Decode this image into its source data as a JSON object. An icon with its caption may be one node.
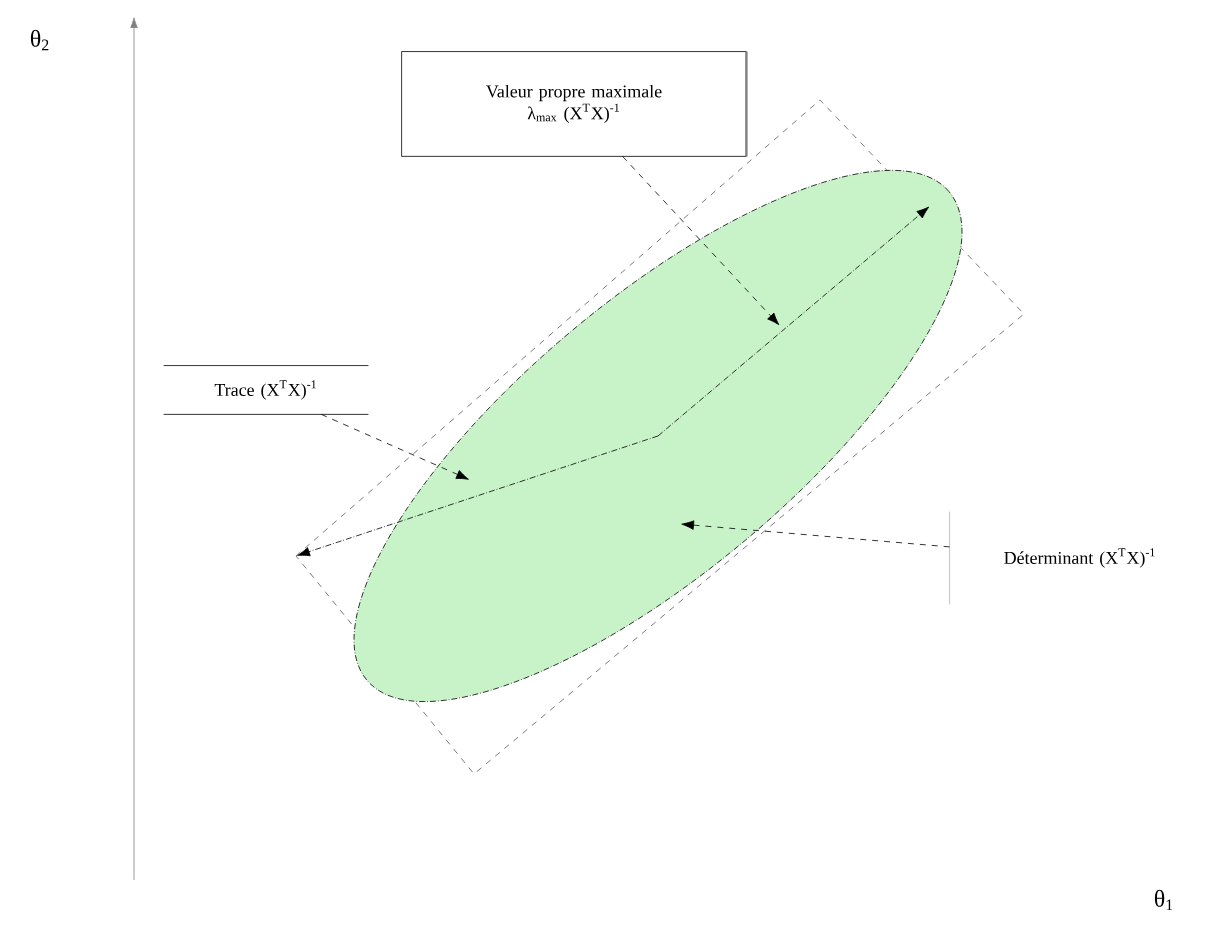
{
  "diagram": {
    "nodes": [
      {
        "text": [
          "Valeur propre maximale",
          "λ$_{max}$ (X$^{T}$X)$^{-1}$"
        ]
      },
      {
        "text": [
          "Trace (X$^{T}$X)$^{-1}$"
        ]
      },
      {
        "text": [
          "Déterminant (X$^{T}$X)$^{-1}$"
        ]
      }
    ],
    "edges": [
      {
        "from": 0,
        "to": null,
        "arrow": "to"
      },
      {
        "from": 1,
        "to": null,
        "arrow": "to"
      },
      {
        "from": 2,
        "to": null,
        "arrow": "to"
      }
    ],
    "labels": [
      "θ$_{2}$",
      "θ$_{1}$"
    ]
  }
}
